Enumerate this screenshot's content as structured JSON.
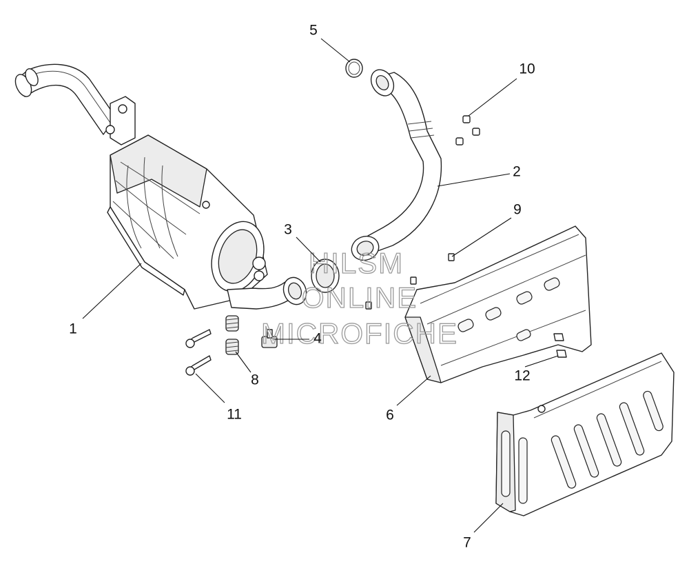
{
  "diagram": {
    "callouts": [
      {
        "id": "1",
        "label": "1"
      },
      {
        "id": "2",
        "label": "2"
      },
      {
        "id": "3",
        "label": "3"
      },
      {
        "id": "4",
        "label": "4"
      },
      {
        "id": "5",
        "label": "5"
      },
      {
        "id": "6",
        "label": "6"
      },
      {
        "id": "7",
        "label": "7"
      },
      {
        "id": "8",
        "label": "8"
      },
      {
        "id": "9",
        "label": "9"
      },
      {
        "id": "10",
        "label": "10"
      },
      {
        "id": "11",
        "label": "11"
      },
      {
        "id": "12",
        "label": "12"
      }
    ]
  },
  "watermark": {
    "line1": "HILSM",
    "line2": "ONLINE",
    "line3": "MICROFICHE"
  }
}
